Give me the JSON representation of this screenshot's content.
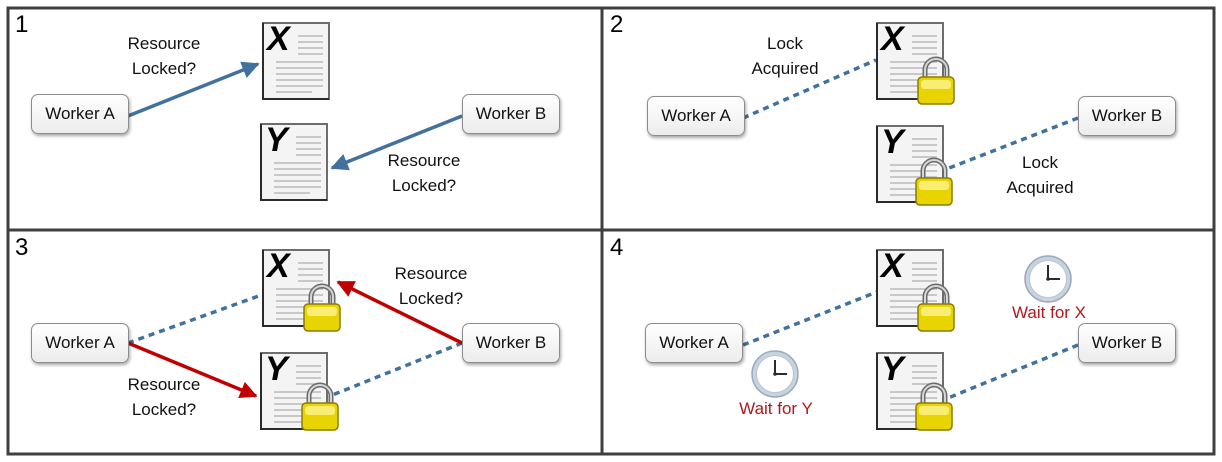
{
  "colors": {
    "request_arrow": "#41719c",
    "held_lock_line": "#41719c",
    "deadlock_arrow": "#c00000",
    "wait_text": "#b0191e",
    "panel_border": "#3f3f3f"
  },
  "panels": [
    {
      "number": "1",
      "worker_a": "Worker A",
      "worker_b": "Worker B",
      "doc_x": "X",
      "doc_y": "Y",
      "label_a": [
        "Resource",
        "Locked?"
      ],
      "label_b": [
        "Resource",
        "Locked?"
      ]
    },
    {
      "number": "2",
      "worker_a": "Worker A",
      "worker_b": "Worker B",
      "doc_x": "X",
      "doc_y": "Y",
      "label_a": [
        "Lock",
        "Acquired"
      ],
      "label_b": [
        "Lock",
        "Acquired"
      ]
    },
    {
      "number": "3",
      "worker_a": "Worker A",
      "worker_b": "Worker B",
      "doc_x": "X",
      "doc_y": "Y",
      "label_b": [
        "Resource",
        "Locked?"
      ],
      "label_a": [
        "Resource",
        "Locked?"
      ]
    },
    {
      "number": "4",
      "worker_a": "Worker A",
      "worker_b": "Worker B",
      "doc_x": "X",
      "doc_y": "Y",
      "wait_b": "Wait for X",
      "wait_a": "Wait for Y"
    }
  ]
}
